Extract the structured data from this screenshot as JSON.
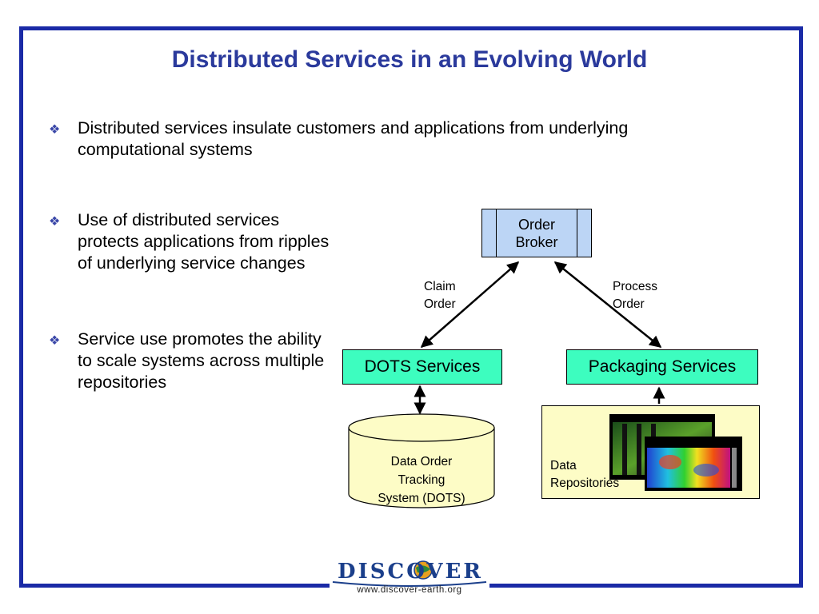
{
  "slide": {
    "title": "Distributed Services in an Evolving World",
    "bullets": [
      "Distributed services insulate customers and applications from underlying computational systems",
      "Use of distributed services protects applications from ripples of underlying service changes",
      "Service use promotes the ability to scale systems across multiple repositories"
    ],
    "bullet_marker": "❖"
  },
  "diagram": {
    "broker": [
      "Order",
      "Broker"
    ],
    "claim_label": [
      "Claim",
      "Order"
    ],
    "process_label": [
      "Process",
      "Order"
    ],
    "dots_services": "DOTS Services",
    "packaging_services": "Packaging Services",
    "dots_system": [
      "Data Order",
      "Tracking",
      "System (DOTS)"
    ],
    "repositories": [
      "Data",
      "Repositories"
    ],
    "colors": {
      "broker_fill": "#bcd5f5",
      "service_fill": "#3dfdbf",
      "store_fill": "#fdfcc6",
      "frame": "#1a2aa6",
      "title": "#2b3a9c"
    }
  },
  "logo": {
    "word": "DISCOVER",
    "url": "www.discover-earth.org"
  }
}
